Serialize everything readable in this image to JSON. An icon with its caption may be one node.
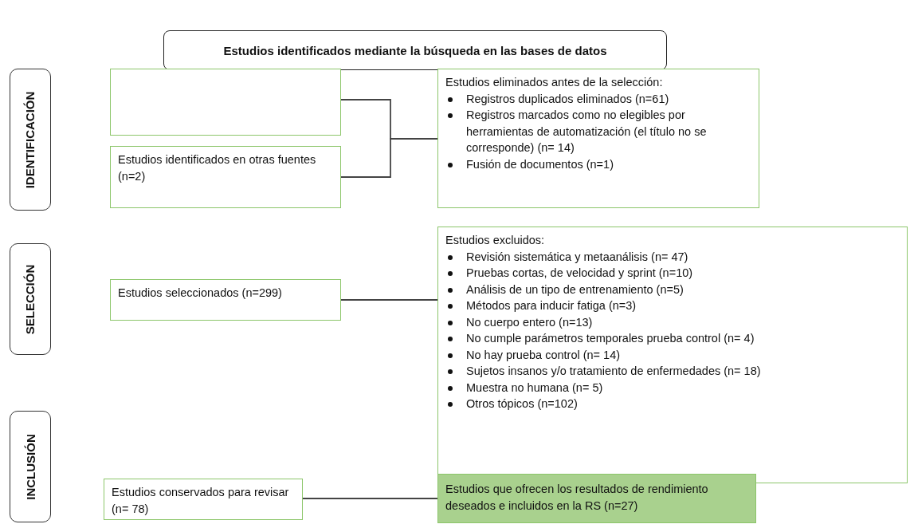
{
  "diagram": {
    "nodes": [
      {
        "text": [
          "Estudios identificados mediante la búsqueda en las bases de datos"
        ]
      },
      {
        "text": [
          "IDENTIFICACIÓN"
        ]
      },
      {
        "text": [
          "SELECCIÓN"
        ]
      },
      {
        "text": [
          "INCLUSIÓN"
        ]
      },
      {
        "text": [],
        "shape": "box"
      },
      {
        "text": [
          "Estudios identificados en otras fuentes (n=2)"
        ]
      },
      {
        "text": [
          "Estudios eliminados antes de la selección:",
          "Registros duplicados eliminados (n=61)",
          "Registros marcados como no elegibles por herramientas de automatización (el título no se corresponde) (n= 14)",
          "Fusión de documentos (n=1)"
        ]
      },
      {
        "text": [
          "Estudios seleccionados (n=299)"
        ]
      },
      {
        "text": [
          "Estudios excluidos:",
          "Revisión sistemática y metaanálisis (n= 47)",
          "Pruebas cortas, de velocidad y sprint (n=10)",
          "Análisis de un tipo de entrenamiento (n=5)",
          "Métodos para inducir fatiga (n=3)",
          "No cuerpo entero (n=13)",
          "No cumple parámetros temporales prueba control (n= 4)",
          "No hay prueba control (n= 14)",
          "Sujetos insanos y/o tratamiento de enfermedades (n= 18)",
          "Muestra no humana (n= 5)",
          "Otros tópicos (n=102)"
        ]
      },
      {
        "text": [
          "Estudios conservados para revisar (n= 78)"
        ]
      },
      {
        "text": [
          "Estudios que ofrecen los resultados de rendimiento deseados e incluidos en la RS (n=27)"
        ]
      }
    ],
    "edges": [
      {
        "from": 4,
        "to": 6,
        "arrow": "none"
      },
      {
        "from": 5,
        "to": 6,
        "arrow": "none"
      },
      {
        "from": 7,
        "to": 8,
        "arrow": "none"
      },
      {
        "from": 9,
        "to": 10,
        "arrow": "none"
      }
    ]
  }
}
